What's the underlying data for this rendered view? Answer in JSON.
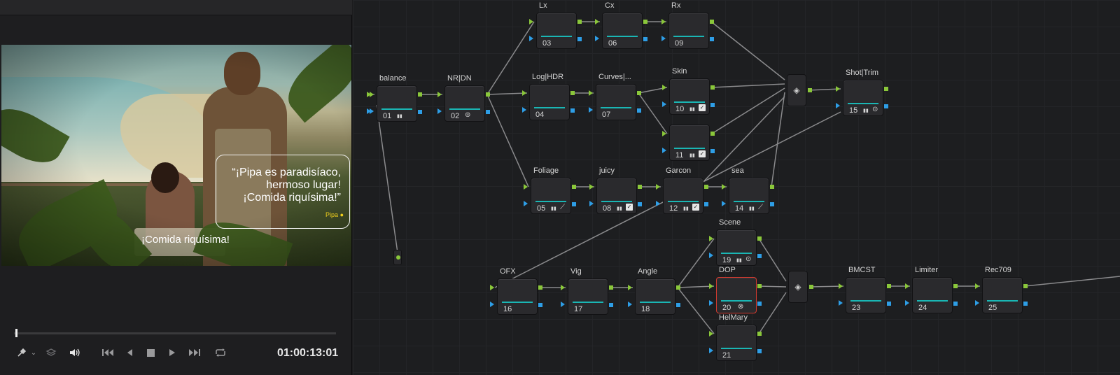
{
  "viewer": {
    "quote": [
      "“¡Pipa es paradisíaco,",
      "hermoso lugar!",
      "¡Comida riquísima!”"
    ],
    "quote_place": "Pipa",
    "subtitle": "¡Comida riquísima!",
    "timecode": "01:00:13:01",
    "progress_fraction": 0.005
  },
  "transport_icons": [
    "eyedropper-icon",
    "chevron-down-icon",
    "layers-icon",
    "volume-icon",
    "skip-back-icon",
    "step-back-icon",
    "stop-icon",
    "play-icon",
    "skip-forward-icon",
    "loop-icon"
  ],
  "nodes": [
    {
      "id": "n03",
      "label": "Lx",
      "num": "03",
      "icons": []
    },
    {
      "id": "n06",
      "label": "Cx",
      "num": "06",
      "icons": []
    },
    {
      "id": "n09",
      "label": "Rx",
      "num": "09",
      "icons": []
    },
    {
      "id": "n01",
      "label": "balance",
      "num": "01",
      "icons": [
        "bars"
      ]
    },
    {
      "id": "n02",
      "label": "NR|DN",
      "num": "02",
      "icons": [
        "nr"
      ]
    },
    {
      "id": "n04",
      "label": "Log|HDR",
      "num": "04",
      "icons": []
    },
    {
      "id": "n07",
      "label": "Curves|...",
      "num": "07",
      "icons": []
    },
    {
      "id": "n10",
      "label": "Skin",
      "num": "10",
      "icons": [
        "bars",
        "check"
      ]
    },
    {
      "id": "n11",
      "label": "",
      "num": "11",
      "icons": [
        "bars",
        "check"
      ]
    },
    {
      "id": "n15",
      "label": "Shot|Trim",
      "num": "15",
      "icons": [
        "bars",
        "circle"
      ]
    },
    {
      "id": "n05",
      "label": "Foliage",
      "num": "05",
      "icons": [
        "bars",
        "picker"
      ]
    },
    {
      "id": "n08",
      "label": "juicy",
      "num": "08",
      "icons": [
        "bars",
        "check"
      ]
    },
    {
      "id": "n12",
      "label": "Garcon",
      "num": "12",
      "icons": [
        "bars",
        "check"
      ]
    },
    {
      "id": "n14",
      "label": "sea",
      "num": "14",
      "icons": [
        "bars",
        "picker"
      ]
    },
    {
      "id": "n19",
      "label": "Scene",
      "num": "19",
      "icons": [
        "bars",
        "circle"
      ]
    },
    {
      "id": "n16",
      "label": "OFX",
      "num": "16",
      "icons": []
    },
    {
      "id": "n17",
      "label": "Vig",
      "num": "17",
      "icons": []
    },
    {
      "id": "n18",
      "label": "Angle",
      "num": "18",
      "icons": []
    },
    {
      "id": "n20",
      "label": "DOP",
      "num": "20",
      "icons": [
        "fx"
      ],
      "selected": true
    },
    {
      "id": "n21",
      "label": "HelMary",
      "num": "21",
      "icons": []
    },
    {
      "id": "n23",
      "label": "BMCST",
      "num": "23",
      "icons": []
    },
    {
      "id": "n24",
      "label": "Limiter",
      "num": "24",
      "icons": []
    },
    {
      "id": "n25",
      "label": "Rec709",
      "num": "25",
      "icons": []
    }
  ],
  "mixer_icon": "layers-icon",
  "colors": {
    "rgb_pin": "#8ac73a",
    "key_pin": "#2e9ee6",
    "node_bar": "#1ab6b4",
    "selected_border": "#d23a2f",
    "place_tag": "#f0cf1c"
  }
}
